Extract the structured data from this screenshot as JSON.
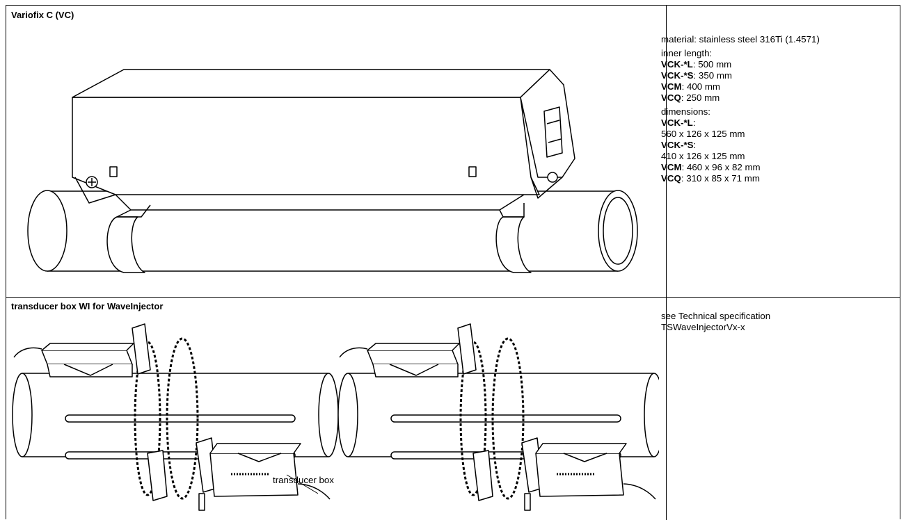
{
  "row1": {
    "title": "Variofix C (VC)",
    "specs": {
      "material": "material: stainless steel 316Ti (1.4571)",
      "inner_length_label": "inner length:",
      "inner_length": [
        {
          "key": "VCK-*L",
          "value": ": 500 mm"
        },
        {
          "key": "VCK-*S",
          "value": ": 350 mm"
        },
        {
          "key": "VCM",
          "value": ": 400 mm"
        },
        {
          "key": "VCQ",
          "value": ": 250 mm"
        }
      ],
      "dimensions_label": "dimensions:",
      "dim_vck_l_key": "VCK-*L",
      "dim_vck_l_colon": ":",
      "dim_vck_l_value": "560 x 126 x 125 mm",
      "dim_vck_s_key": "VCK-*S",
      "dim_vck_s_colon": ":",
      "dim_vck_s_value": "410 x 126 x 125 mm",
      "dim_vcm_key": "VCM",
      "dim_vcm_value": ": 460 x 96 x 82 mm",
      "dim_vcq_key": "VCQ",
      "dim_vcq_value": ": 310 x 85 x 71 mm"
    }
  },
  "row2": {
    "title": "transducer box WI for WaveInjector",
    "see_line1": "see Technical specification",
    "see_line2": "TSWaveInjectorVx-x",
    "callout": "transducer box"
  }
}
